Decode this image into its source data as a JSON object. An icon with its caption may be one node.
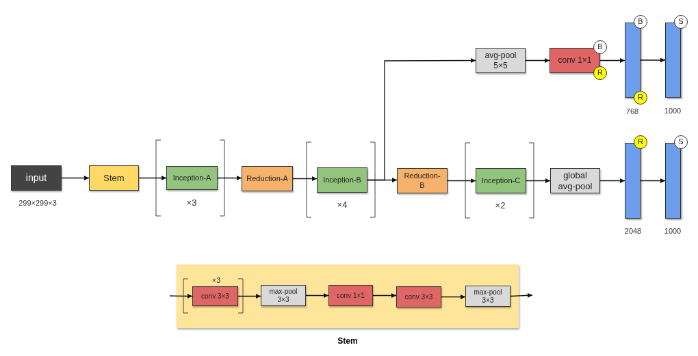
{
  "diagram": {
    "nodes": [
      {
        "text": [
          "input"
        ],
        "beside": [
          "299×299×3"
        ]
      },
      {
        "text": [
          "Stem"
        ]
      },
      {
        "text": [
          "Inception-A"
        ],
        "beside": [
          "×3"
        ]
      },
      {
        "text": [
          "Reduction-A"
        ]
      },
      {
        "text": [
          "Inception-B"
        ],
        "beside": [
          "×4"
        ]
      },
      {
        "text": [
          "avg-pool 5×5"
        ]
      },
      {
        "text": [
          "conv 1×1"
        ]
      },
      {
        "text": [
          "B"
        ]
      },
      {
        "text": [
          "R"
        ]
      },
      {
        "text": [],
        "shape": "bar"
      },
      {
        "text": [
          "B"
        ]
      },
      {
        "text": [
          "R"
        ],
        "beside": [
          "768"
        ]
      },
      {
        "text": [],
        "shape": "bar",
        "beside": [
          "1000"
        ]
      },
      {
        "text": [
          "S"
        ]
      },
      {
        "text": [
          "Reduction-B"
        ]
      },
      {
        "text": [
          "Inception-C"
        ],
        "beside": [
          "×2"
        ]
      },
      {
        "text": [
          "global avg-pool"
        ]
      },
      {
        "text": [],
        "shape": "bar",
        "beside": [
          "2048"
        ]
      },
      {
        "text": [
          "R"
        ]
      },
      {
        "text": [],
        "shape": "bar",
        "beside": [
          "1000"
        ]
      },
      {
        "text": [
          "S"
        ]
      },
      {
        "text": [
          "Stem"
        ]
      },
      {
        "text": [
          "conv 3×3"
        ],
        "in": 21,
        "beside": [
          "×3"
        ]
      },
      {
        "text": [
          "max-pool 3×3"
        ],
        "in": 21
      },
      {
        "text": [
          "conv 1×1"
        ],
        "in": 21
      },
      {
        "text": [
          "conv 3×3"
        ],
        "in": 21
      },
      {
        "text": [
          "max-pool 3×3"
        ],
        "in": 21
      }
    ],
    "edges": [
      {
        "from": 0,
        "to": 1,
        "arrow": "to"
      },
      {
        "from": 1,
        "to": 2,
        "arrow": "to"
      },
      {
        "from": 2,
        "to": 3,
        "arrow": "to"
      },
      {
        "from": 3,
        "to": 4,
        "arrow": "to"
      },
      {
        "from": 4,
        "to": 14,
        "arrow": "to"
      },
      {
        "from": 4,
        "to": 5,
        "arrow": "to"
      },
      {
        "from": 5,
        "to": 6,
        "arrow": "to"
      },
      {
        "from": 6,
        "to": 9,
        "arrow": "to"
      },
      {
        "from": 9,
        "to": 12,
        "arrow": "to"
      },
      {
        "from": 14,
        "to": 15,
        "arrow": "to"
      },
      {
        "from": 15,
        "to": 16,
        "arrow": "to"
      },
      {
        "from": 16,
        "to": 17,
        "arrow": "to"
      },
      {
        "from": 17,
        "to": 19,
        "arrow": "to"
      },
      {
        "from": null,
        "to": 22,
        "arrow": "to"
      },
      {
        "from": 22,
        "to": 23,
        "arrow": "to"
      },
      {
        "from": 23,
        "to": 24,
        "arrow": "to"
      },
      {
        "from": 24,
        "to": 25,
        "arrow": "to"
      },
      {
        "from": 25,
        "to": 26,
        "arrow": "to"
      },
      {
        "from": 26,
        "to": null,
        "arrow": "to"
      }
    ]
  }
}
